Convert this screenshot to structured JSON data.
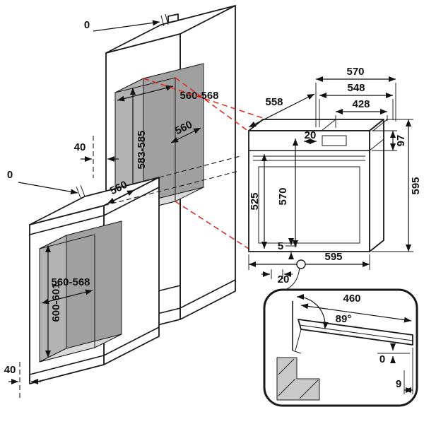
{
  "colors": {
    "line": "#1a1a1a",
    "projection_red": "#e0261b",
    "cabinet_face": "#ffffff",
    "niche_back": "#a0a0a0",
    "niche_side": "#b3b3b3",
    "niche_ceiling": "#c2c2c2",
    "niche_floor": "#dadada",
    "detail_gray": "#c9c9c9",
    "background": "#ffffff"
  },
  "column_cabinet": {
    "top_clearance": "0",
    "rear_gap": "40",
    "niche_width": "560-568",
    "niche_height": "583-585",
    "niche_depth": "560"
  },
  "base_cabinet": {
    "top_clearance": "0",
    "bottom_gap": "40",
    "worktop_depth": "560",
    "niche_height": "600-601",
    "niche_width": "560-568"
  },
  "oven": {
    "width_top": "570",
    "width_mid": "548",
    "width_inner": "428",
    "depth": "558",
    "top_inset": "20",
    "panel_height": "97",
    "height_overall": "595",
    "door_height": "525",
    "body_height": "570",
    "bottom_gap": "5",
    "width_overall": "595",
    "bottom_inset": "20"
  },
  "door_detail": {
    "door_length": "460",
    "open_angle": "89°",
    "flush_clearance": "0",
    "edge_offset": "9"
  }
}
